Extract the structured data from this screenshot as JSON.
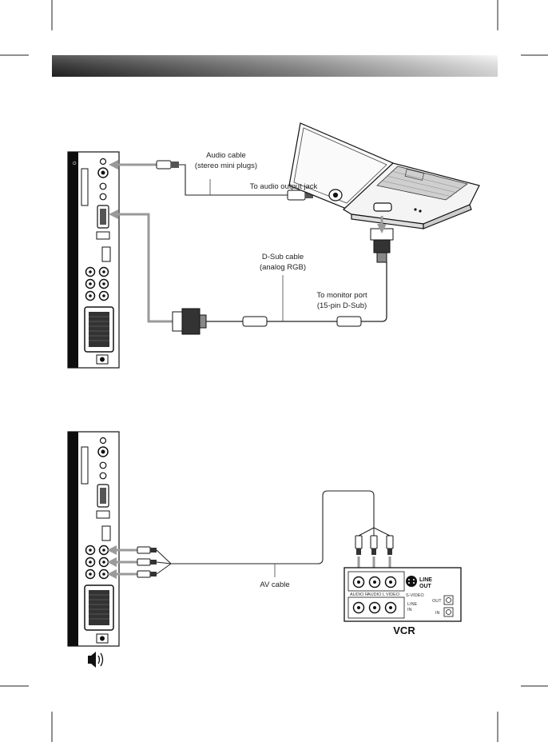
{
  "labels": {
    "audio_cable_line1": "Audio cable",
    "audio_cable_line2": "(stereo mini plugs)",
    "audio_output_jack": "To audio output jack",
    "dsub_cable_line1": "D-Sub cable",
    "dsub_cable_line2": "(analog RGB)",
    "monitor_port_line1": "To monitor port",
    "monitor_port_line2": "(15-pin D-Sub)",
    "av_cable": "AV cable",
    "vcr": "VCR"
  },
  "vcr_panel": {
    "line_out_1": "LINE",
    "line_out_2": "OUT",
    "svideo": "S-VIDEO",
    "audio_r": "AUDIO R",
    "audio_l": "AUDIO L",
    "video": "VIDEO",
    "line_in_1": "LINE",
    "line_in_2": "IN",
    "out": "OUT",
    "in": "IN"
  },
  "colors": {
    "header_bar_start": "#2a2a2a",
    "header_bar_end": "#f2f2f2",
    "panel_black": "#0d0d0d",
    "arrow_gray": "#9a9a9a"
  },
  "icons": {
    "speaker": "speaker-icon"
  }
}
